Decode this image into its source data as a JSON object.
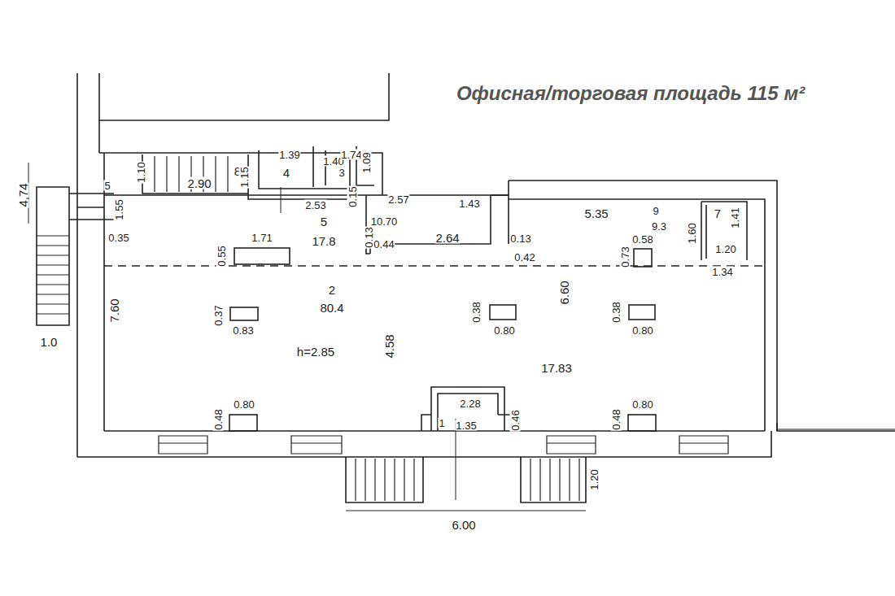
{
  "diagram": {
    "title": "Офисная/торговая площадь 115 м²",
    "labels": [
      "4,74",
      "1.10",
      "2.90",
      "8",
      "1.15",
      "4",
      "1.39",
      "1.40",
      "3",
      "1.74",
      "1.09",
      "5",
      "1.55",
      "0.35",
      "2.53",
      "0.15",
      "2.57",
      "1.43",
      "5",
      "17.8",
      "1.71",
      "0.55",
      "10.70",
      "0.13",
      "0.44",
      "2.64",
      "0.13",
      "0.42",
      "5.35",
      "9",
      "9.3",
      "7",
      "1.41",
      "0.73",
      "0.58",
      "1.60",
      "1.20",
      "1.34",
      "7.60",
      "2",
      "80.4",
      "0.37",
      "0.83",
      "0.38",
      "0.80",
      "6.60",
      "0.38",
      "0.80",
      "h=2.85",
      "4.58",
      "17.83",
      "1.0",
      "0.48",
      "0.80",
      "2.28",
      "1",
      "1.35",
      "0.46",
      "0.48",
      "0.80",
      "1.20",
      "6.00"
    ]
  }
}
